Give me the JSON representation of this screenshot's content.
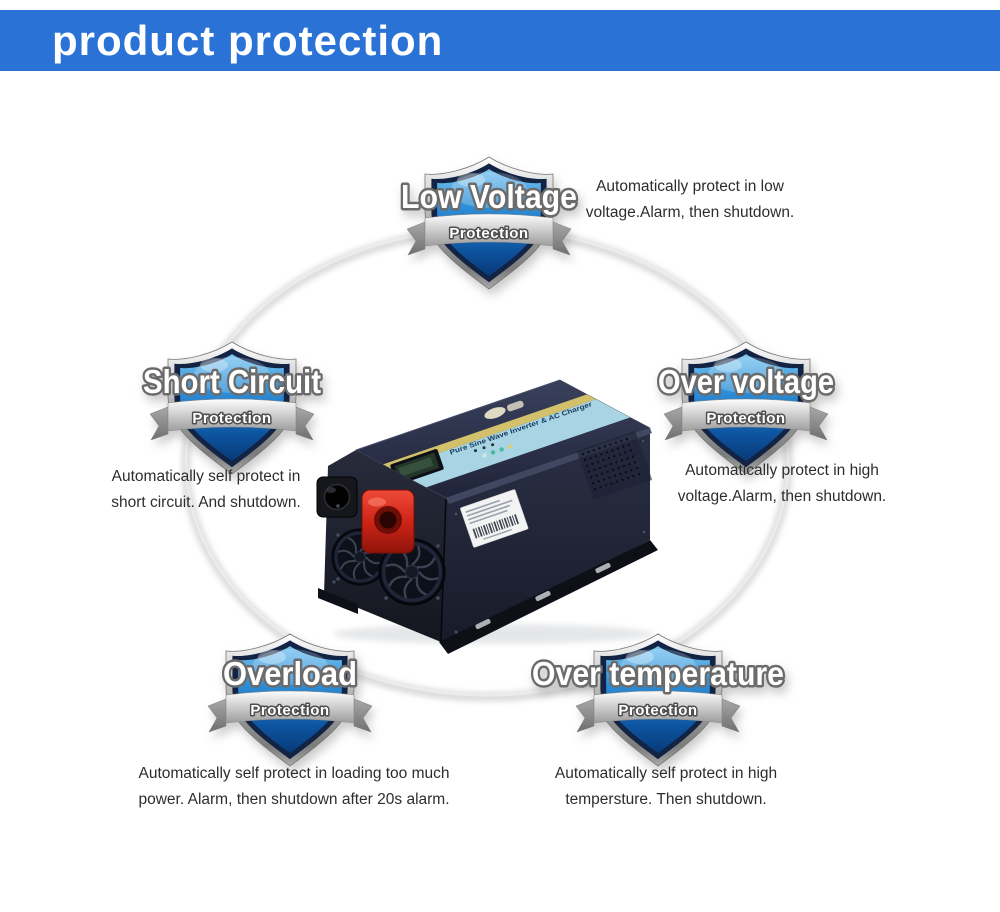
{
  "header": {
    "title": "product protection"
  },
  "theme": {
    "banner_blue": "#2a72d6",
    "shield_blue": "#2f8fd8",
    "chrome_silver": "#c9c9c9",
    "ring_grey": "#d7d7d7",
    "body_text": "#2d2d2d"
  },
  "badges": [
    {
      "id": "low-voltage",
      "title": "Low Voltage",
      "ribbon": "Protection",
      "lines": [
        "Automatically protect in low",
        "voltage.Alarm, then shutdown."
      ]
    },
    {
      "id": "short-circuit",
      "title": "Short Circuit",
      "ribbon": "Protection",
      "lines": [
        "Automatically self protect in",
        "short circuit. And shutdown."
      ]
    },
    {
      "id": "over-voltage",
      "title": "Over voltage",
      "ribbon": "Protection",
      "lines": [
        "Automatically protect in high",
        "voltage.Alarm, then shutdown."
      ]
    },
    {
      "id": "overload",
      "title": "Overload",
      "ribbon": "Protection",
      "lines": [
        "Automatically self protect in loading too much",
        "power. Alarm, then shutdown after 20s alarm."
      ]
    },
    {
      "id": "over-temperature",
      "title": "Over temperature",
      "ribbon": "Protection",
      "lines": [
        "Automatically self protect in high",
        "tempersture. Then shutdown."
      ]
    }
  ],
  "product": {
    "panel_text": "Pure Sine Wave Inverter & AC Charger"
  }
}
